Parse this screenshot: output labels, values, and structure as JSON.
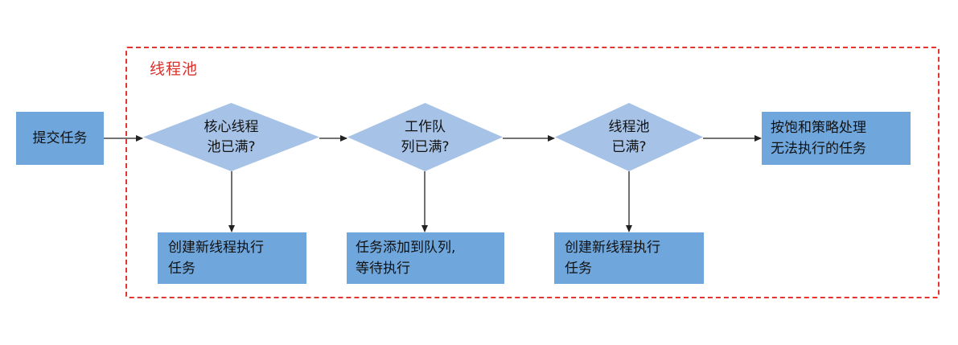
{
  "pool": {
    "title": "线程池",
    "border_color": "#e2352f"
  },
  "colors": {
    "box_fill": "#6fa6dc",
    "diamond_fill": "#a6c3e7",
    "arrow": "#222222"
  },
  "nodes": {
    "submit": {
      "label": "提交任务"
    },
    "core_full": {
      "lines": [
        "核心线程",
        "池已满?"
      ]
    },
    "queue_full": {
      "lines": [
        "工作队",
        "列已满?"
      ]
    },
    "pool_full": {
      "lines": [
        "线程池",
        "已满?"
      ]
    },
    "reject": {
      "lines": [
        "按饱和策略处理",
        "无法执行的任务"
      ]
    },
    "create_core": {
      "lines": [
        "创建新线程执行",
        "任务"
      ]
    },
    "enqueue": {
      "lines": [
        "任务添加到队列,",
        "等待执行"
      ]
    },
    "create_max": {
      "lines": [
        "创建新线程执行",
        "任务"
      ]
    }
  }
}
